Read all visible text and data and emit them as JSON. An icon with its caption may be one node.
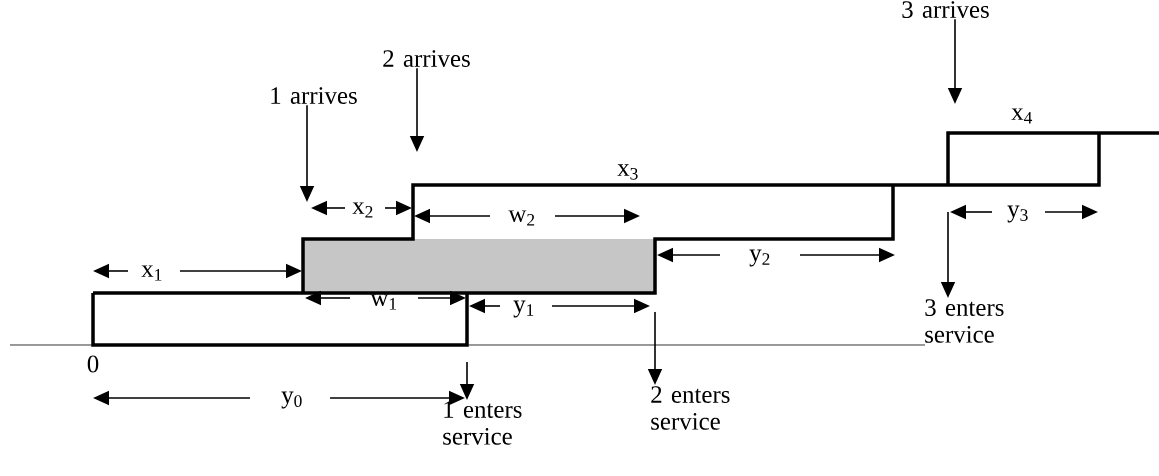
{
  "diagram": {
    "nodes": [
      {
        "text": [
          "1 arrives"
        ]
      },
      {
        "text": [
          "2 arrives"
        ]
      },
      {
        "text": [
          "3 arrives"
        ]
      },
      {
        "text": [
          "1 enters service"
        ]
      },
      {
        "text": [
          "2 enters service"
        ]
      },
      {
        "text": [
          "3 enters service"
        ]
      }
    ],
    "edges": [
      {
        "from": 0,
        "to": null,
        "arrow": "to"
      },
      {
        "from": 1,
        "to": null,
        "arrow": "to"
      },
      {
        "from": 2,
        "to": null,
        "arrow": "to"
      },
      {
        "from": null,
        "to": 3,
        "arrow": "to"
      },
      {
        "from": null,
        "to": 4,
        "arrow": "to"
      },
      {
        "from": null,
        "to": 5,
        "arrow": "to"
      }
    ],
    "labels": [
      "x$_{4}$",
      "x$_{3}$",
      "x$_{2}$",
      "w$_{2}$",
      "y$_{3}$",
      "x$_{1}$",
      "y$_{2}$",
      "w$_{1}$",
      "y$_{1}$",
      "0",
      "y$_{0}$"
    ]
  }
}
